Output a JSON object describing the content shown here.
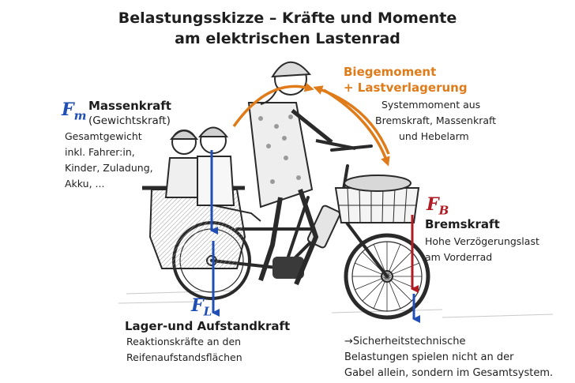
{
  "title_line1": "Belastungsskizze – Kräfte und Momente",
  "title_line2": "am elektrischen Lastenrad",
  "mass_force": {
    "symbol": "F",
    "subscript": "m",
    "heading": "Massenkraft",
    "subheading": "(Gewichtskraft)",
    "lines": [
      "Gesamtgewicht",
      "inkl. Fahrer:in,",
      "Kinder, Zuladung,",
      "Akku, ..."
    ],
    "color": "#1f4fb5"
  },
  "moment": {
    "heading_line1": "Biegemoment",
    "heading_line2": "+ Lastverlagerung",
    "lines": [
      "Systemmoment aus",
      "Bremskraft, Massenkraft",
      "und Hebelarm"
    ],
    "color": "#e07b1a"
  },
  "brake_force": {
    "symbol": "F",
    "subscript": "B",
    "heading": "Bremskraft",
    "lines": [
      "Hohe Verzögerungslast",
      "am Vorderrad"
    ],
    "color": "#b01b24"
  },
  "bearing_force": {
    "symbol": "F",
    "subscript": "L",
    "heading": "Lager-und Aufstandkraft",
    "lines": [
      "Reaktionskräfte an den",
      "Reifenaufstandsflächen"
    ],
    "color": "#1f4fb5"
  },
  "note": {
    "arrow": "→",
    "lines": [
      "Sicherheitstechnische",
      "Belastungen spielen nicht an der",
      "Gabel allein, sondern im Gesamtsystem."
    ]
  },
  "illustration": {
    "subject": "cargo-bike-with-rider-and-children",
    "colors": {
      "line": "#2a2a2a",
      "shade": "#cfcfcf"
    }
  }
}
